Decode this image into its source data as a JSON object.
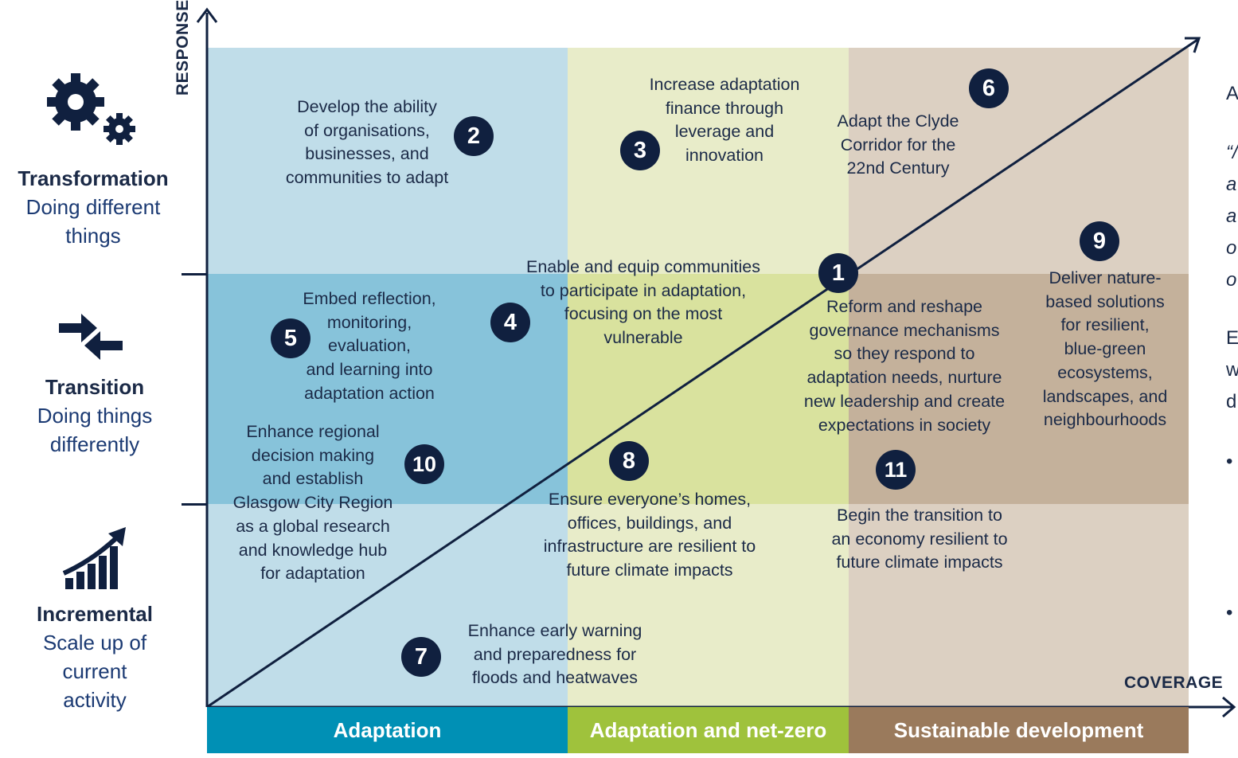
{
  "axes": {
    "y_label": "RESPONSE",
    "x_label": "COVERAGE"
  },
  "levels": [
    {
      "title": "Transformation",
      "subtitle": "Doing different things",
      "icon": "gears-icon"
    },
    {
      "title": "Transition",
      "subtitle": "Doing things differently",
      "icon": "arrows-converging-icon"
    },
    {
      "title": "Incremental",
      "subtitle": "Scale up of current activity",
      "icon": "growth-chart-icon"
    }
  ],
  "bands": [
    {
      "label": "Adaptation",
      "color": "#0090b5"
    },
    {
      "label": "Adaptation and net-zero",
      "color": "#9fc23c"
    },
    {
      "label": "Sustainable development",
      "color": "#9a7a5c"
    }
  ],
  "cell_colors": {
    "adaptation_light": "#c0dde9",
    "adaptation_mid": "#87c3da",
    "netzero_light": "#e8ecc9",
    "netzero_mid": "#d9e29e",
    "sustainable_light": "#dcd0c2",
    "sustainable_mid": "#c4b19b"
  },
  "interventions": [
    {
      "num": "1",
      "text": "Reform and reshape\ngovernance mechanisms\nso they respond to\nadaptation needs, nurture\nnew leadership and create\nexpectations in society"
    },
    {
      "num": "2",
      "text": "Develop the ability\nof organisations,\nbusinesses, and\ncommunities to adapt"
    },
    {
      "num": "3",
      "text": "Increase adaptation\nfinance through\nleverage and\ninnovation"
    },
    {
      "num": "4",
      "text": "Enable and equip communities\nto participate in adaptation,\nfocusing on the most\nvulnerable"
    },
    {
      "num": "5",
      "text": "Embed reflection,\nmonitoring,\nevaluation,\nand learning into\nadaptation action"
    },
    {
      "num": "6",
      "text": "Adapt the Clyde\nCorridor for the\n22nd Century"
    },
    {
      "num": "7",
      "text": "Enhance early warning\nand preparedness for\nfloods and heatwaves"
    },
    {
      "num": "8",
      "text": "Ensure everyone’s homes,\noffices, buildings, and\ninfrastructure are resilient to\nfuture climate impacts"
    },
    {
      "num": "9",
      "text": "Deliver nature-\nbased solutions\nfor resilient,\nblue-green\necosystems,\nlandscapes, and\nneighbourhoods"
    },
    {
      "num": "10",
      "text": "Enhance regional\ndecision making\nand establish\nGlasgow City Region\nas a global research\nand knowledge hub\nfor adaptation"
    },
    {
      "num": "11",
      "text": "Begin the transition to\nan economy resilient to\nfuture climate impacts"
    }
  ],
  "side_fragments": [
    "A",
    "“/",
    "a",
    "a",
    "o",
    "o",
    "E",
    "w",
    "d",
    "•",
    "•"
  ]
}
